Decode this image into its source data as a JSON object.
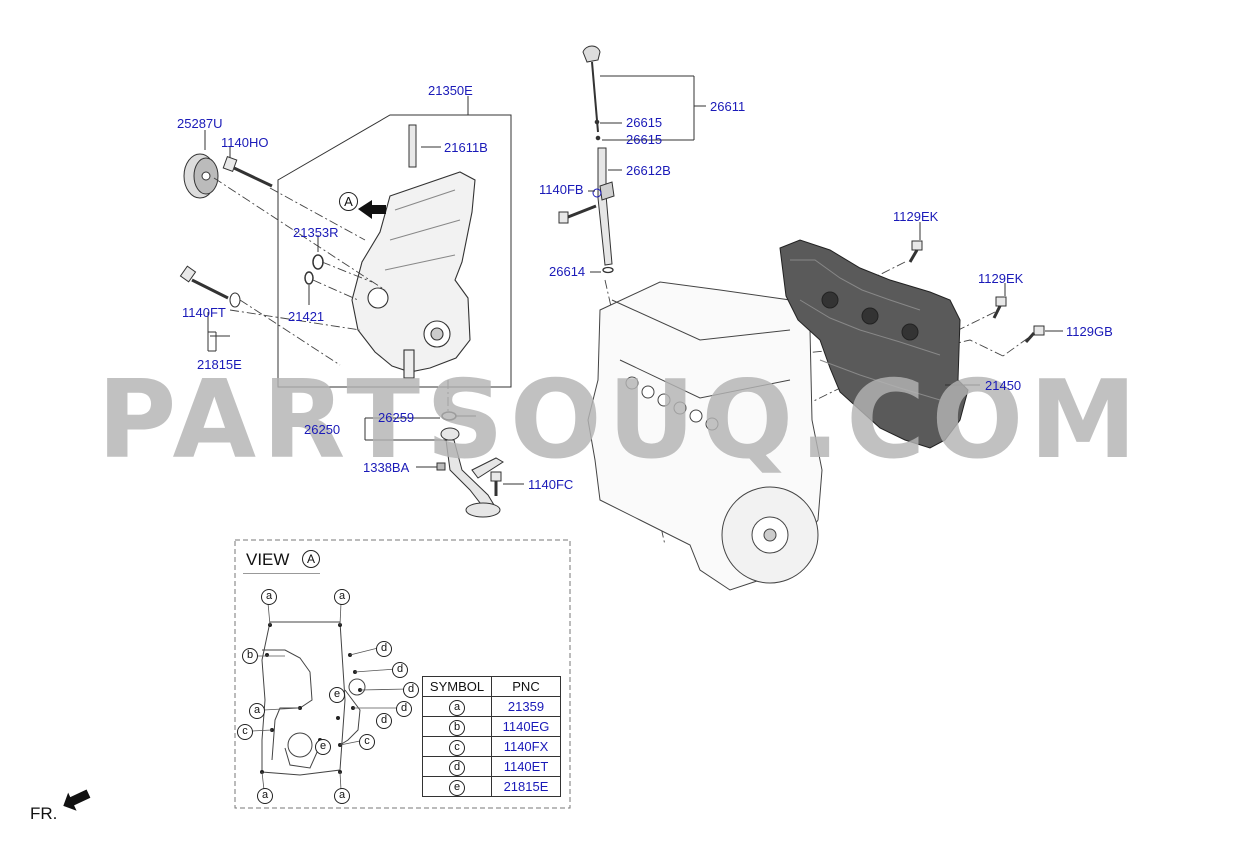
{
  "watermark": "PARTSOUQ.COM",
  "part_labels": {
    "p21350E": "21350E",
    "p25287U": "25287U",
    "p1140HO": "1140HO",
    "p21611B": "21611B",
    "p21353R": "21353R",
    "p21421": "21421",
    "p1140FT": "1140FT",
    "p21815E": "21815E",
    "p26611": "26611",
    "p26615a": "26615",
    "p26615b": "26615",
    "p26612B": "26612B",
    "p1140FB": "1140FB",
    "p26614": "26614",
    "p1129EKa": "1129EK",
    "p1129EKb": "1129EK",
    "p1129GB": "1129GB",
    "p21450": "21450",
    "p26259": "26259",
    "p26250": "26250",
    "p1338BA": "1338BA",
    "p1140FC": "1140FC"
  },
  "callout": "A",
  "view": {
    "title": "VIEW",
    "circle": "A",
    "markers": [
      "a",
      "a",
      "b",
      "d",
      "d",
      "d",
      "e",
      "a",
      "d",
      "c",
      "d",
      "e",
      "c",
      "a",
      "a"
    ]
  },
  "symbol_table": {
    "headers": [
      "SYMBOL",
      "PNC"
    ],
    "rows": [
      {
        "symbol": "a",
        "pnc": "21359"
      },
      {
        "symbol": "b",
        "pnc": "1140EG"
      },
      {
        "symbol": "c",
        "pnc": "1140FX"
      },
      {
        "symbol": "d",
        "pnc": "1140ET"
      },
      {
        "symbol": "e",
        "pnc": "21815E"
      }
    ]
  },
  "front_marker": "FR.",
  "colors": {
    "label": "#1a1ab8",
    "line": "#333333",
    "watermark": "#b4b4b4"
  }
}
